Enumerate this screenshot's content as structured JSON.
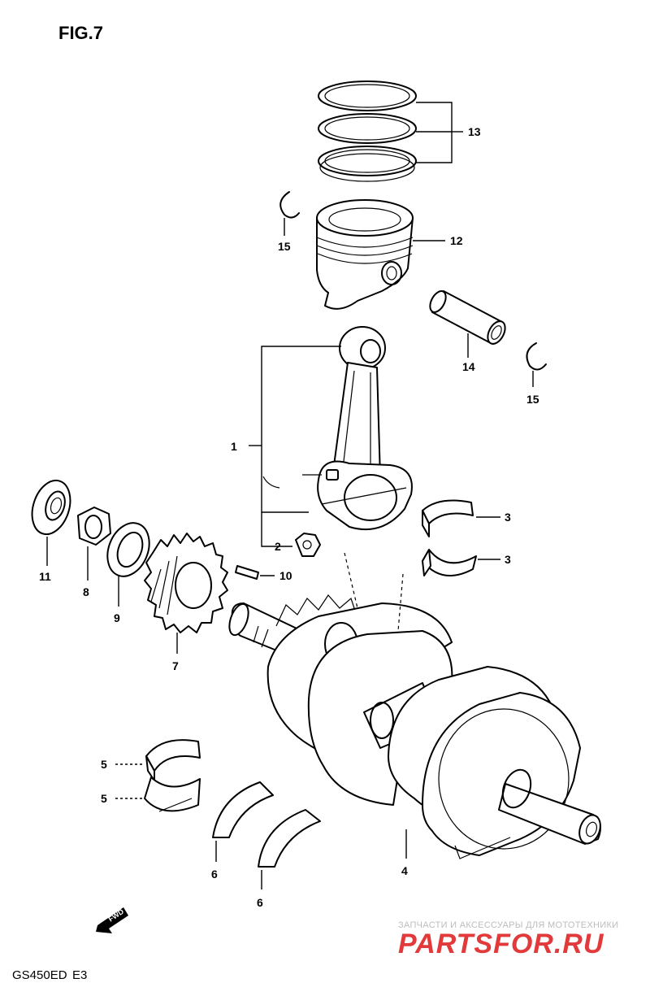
{
  "figure": {
    "title": "FIG.7",
    "model_code": "GS450ED",
    "region_code": "E3"
  },
  "callouts": [
    {
      "id": "callout-1",
      "text": "1"
    },
    {
      "id": "callout-2",
      "text": "2"
    },
    {
      "id": "callout-3a",
      "text": "3"
    },
    {
      "id": "callout-3b",
      "text": "3"
    },
    {
      "id": "callout-4",
      "text": "4"
    },
    {
      "id": "callout-5a",
      "text": "5"
    },
    {
      "id": "callout-5b",
      "text": "5"
    },
    {
      "id": "callout-6a",
      "text": "6"
    },
    {
      "id": "callout-6b",
      "text": "6"
    },
    {
      "id": "callout-7",
      "text": "7"
    },
    {
      "id": "callout-8",
      "text": "8"
    },
    {
      "id": "callout-9",
      "text": "9"
    },
    {
      "id": "callout-10",
      "text": "10"
    },
    {
      "id": "callout-11",
      "text": "11"
    },
    {
      "id": "callout-12",
      "text": "12"
    },
    {
      "id": "callout-13",
      "text": "13"
    },
    {
      "id": "callout-14",
      "text": "14"
    },
    {
      "id": "callout-15a",
      "text": "15"
    },
    {
      "id": "callout-15b",
      "text": "15"
    }
  ],
  "direction_marker": {
    "text": "FWD",
    "icon": "fwd-arrow-icon"
  },
  "watermark": {
    "tagline": "ЗАПЧАСТИ И АКСЕССУАРЫ ДЛЯ МОТОТЕХНИКИ",
    "brand": "PARTSFOR.RU",
    "brand_color": "#e23a3a"
  }
}
